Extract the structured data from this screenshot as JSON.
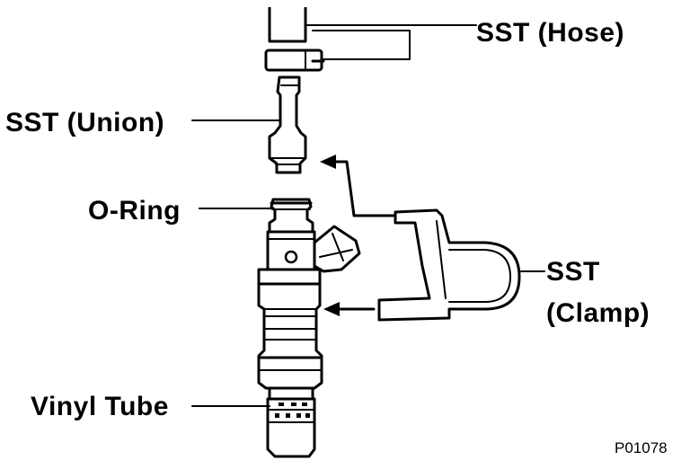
{
  "labels": {
    "hose": "SST (Hose)",
    "union": "SST (Union)",
    "oring": "O-Ring",
    "clamp_line1": "SST",
    "clamp_line2": "(Clamp)",
    "vinyl": "Vinyl Tube"
  },
  "figure_code": "P01078"
}
